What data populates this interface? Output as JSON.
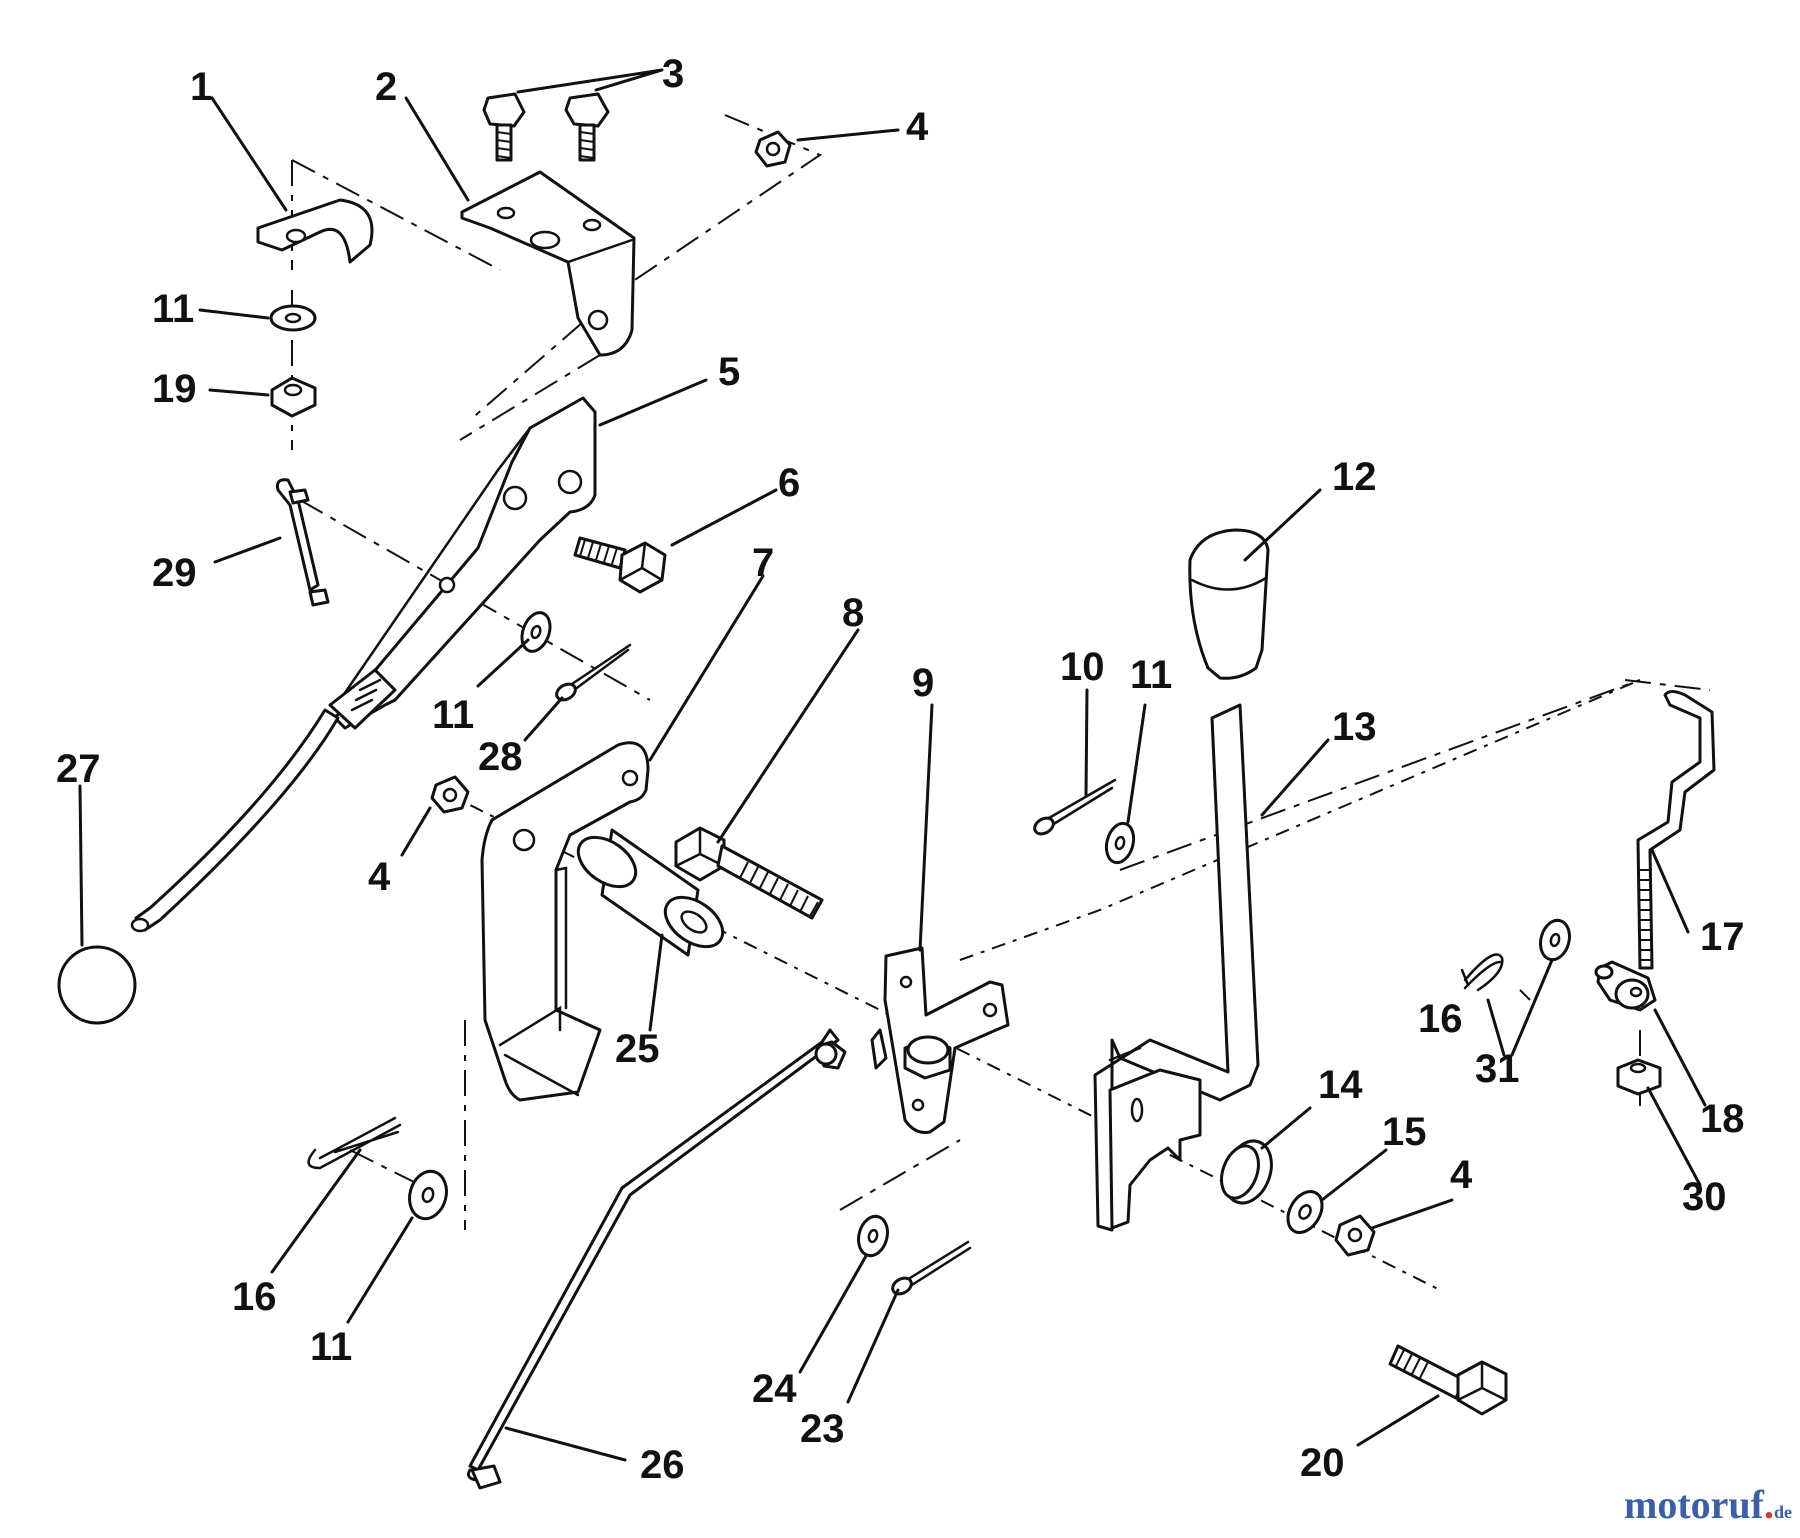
{
  "callouts": [
    "1",
    "2",
    "3",
    "4",
    "5",
    "6",
    "7",
    "8",
    "9",
    "10",
    "11",
    "12",
    "13",
    "14",
    "15",
    "16",
    "17",
    "18",
    "19",
    "20",
    "23",
    "24",
    "25",
    "26",
    "27",
    "28",
    "29",
    "30",
    "31"
  ],
  "watermark": {
    "name": "motoruf",
    "dot": ".",
    "tld": "de"
  }
}
